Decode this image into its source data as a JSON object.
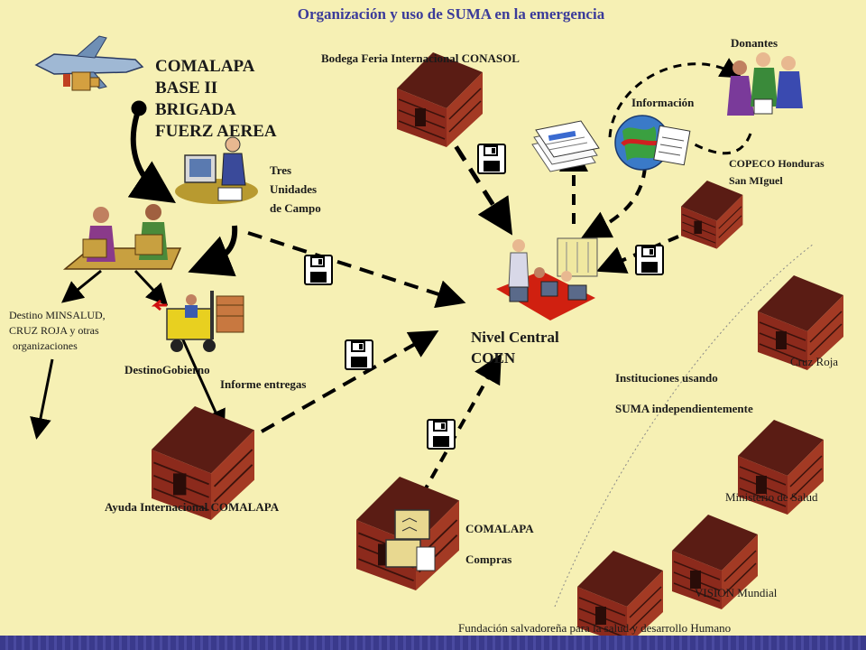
{
  "title": "Organización y uso de SUMA en la emergencia",
  "labels": {
    "comalapa_base": [
      "COMALAPA",
      "BASE II",
      "BRIGADA",
      "FUERZ AEREA"
    ],
    "bodega": "Bodega Feria Internacional CONASOL",
    "donantes": "Donantes",
    "informacion": "Información",
    "tres_unidades": [
      "Tres",
      "Unidades",
      "de Campo"
    ],
    "copeco": [
      "COPECO Honduras",
      "San MIguel"
    ],
    "destino_minsalud": [
      "Destino MINSALUD,",
      "CRUZ ROJA y otras",
      "organizaciones"
    ],
    "destino_gobierno": "DestinoGobierno",
    "informe_entregas": "Informe entregas",
    "nivel_central": [
      "Nivel Central",
      "COEN"
    ],
    "instituciones": [
      "Instituciones usando",
      "SUMA independientemente"
    ],
    "cruz_roja": "Cruz Roja",
    "ayuda_internacional": "Ayuda Internacional COMALAPA",
    "comalapa_compras": [
      "COMALAPA",
      "Compras"
    ],
    "ministerio_salud": "Ministerio de Salud",
    "vision_mundial": "VISION Mundial",
    "fundacion": "Fundación salvadoreña para la salud y desarrollo Humano"
  },
  "colors": {
    "background": "#f6f0b4",
    "title": "#3b3b9a",
    "house_wall": "#8c2a1c",
    "house_roof": "#5a1c14",
    "arrow": "#000000",
    "bar": "#3a3a8c"
  },
  "icons": [
    "airplane-icon",
    "warehouse-icon",
    "computer-worker-icon",
    "workers-icon",
    "forklift-icon",
    "floppy-disk-icon",
    "documents-icon",
    "globe-icon",
    "people-icon",
    "control-room-icon",
    "boxes-icon"
  ]
}
